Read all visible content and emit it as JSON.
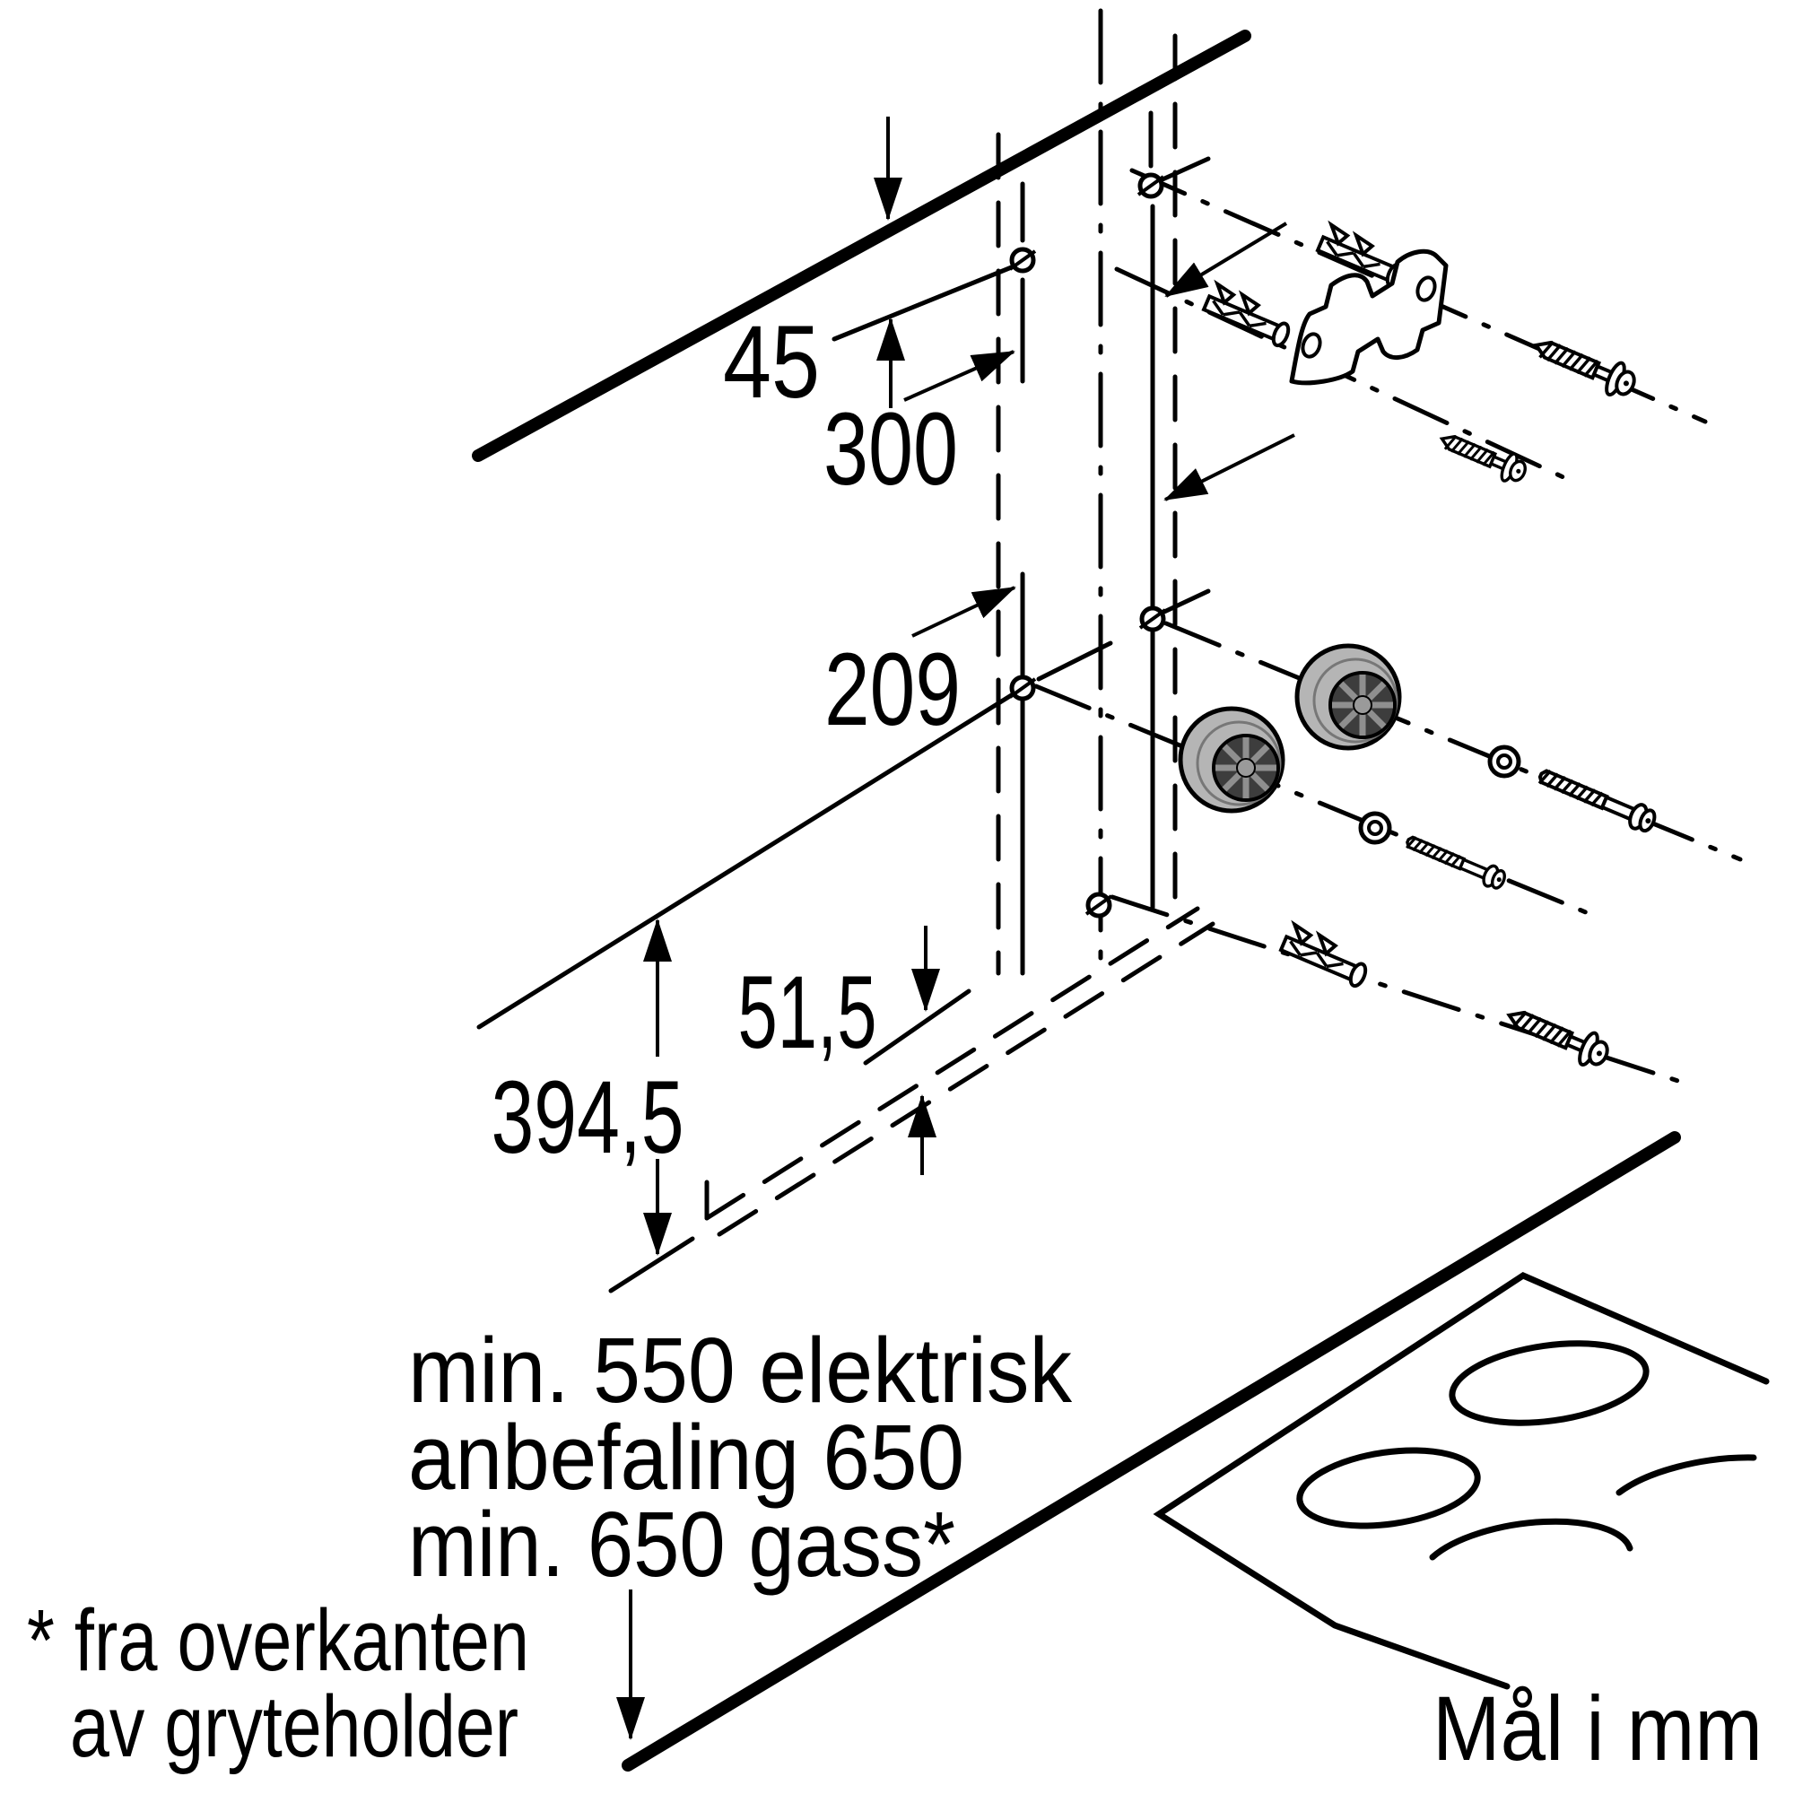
{
  "labels": {
    "dim_45": "45",
    "dim_300": "300",
    "dim_209": "209",
    "dim_51_5": "51,5",
    "dim_394_5": "394,5",
    "clearance_line1": "min. 550 elektrisk",
    "clearance_line2": "anbefaling 650",
    "clearance_line3": "min. 650 gass*",
    "footnote_line1": "* fra overkanten",
    "footnote_line2": "av gryteholder",
    "units_note": "Mål i mm"
  },
  "colors": {
    "ink": "#000000",
    "background": "#ffffff",
    "spacer_body": "#b5b5b5",
    "spacer_bore": "#3d3d3d",
    "spacer_spoke": "#8f8f8f"
  }
}
